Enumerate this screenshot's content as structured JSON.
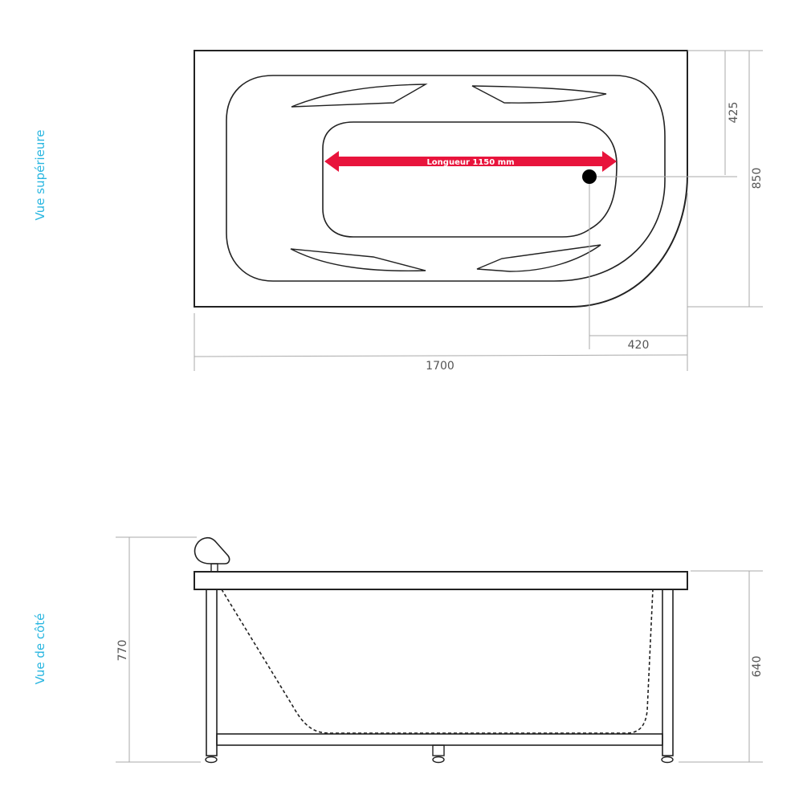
{
  "labels": {
    "top_view": "Vue supérieure",
    "side_view": "Vue de côté"
  },
  "top_view": {
    "inner_length_label": "Longueur 1150 mm",
    "dimensions": {
      "total_length": "1700",
      "total_width": "850",
      "drain_offset_width": "425",
      "drain_offset_length": "420"
    }
  },
  "side_view": {
    "dimensions": {
      "total_height": "770",
      "rim_height": "640"
    }
  },
  "colors": {
    "label": "#29b6e0",
    "arrow": "#e8143c",
    "line": "#222222",
    "dim_line": "#aaaaaa"
  }
}
